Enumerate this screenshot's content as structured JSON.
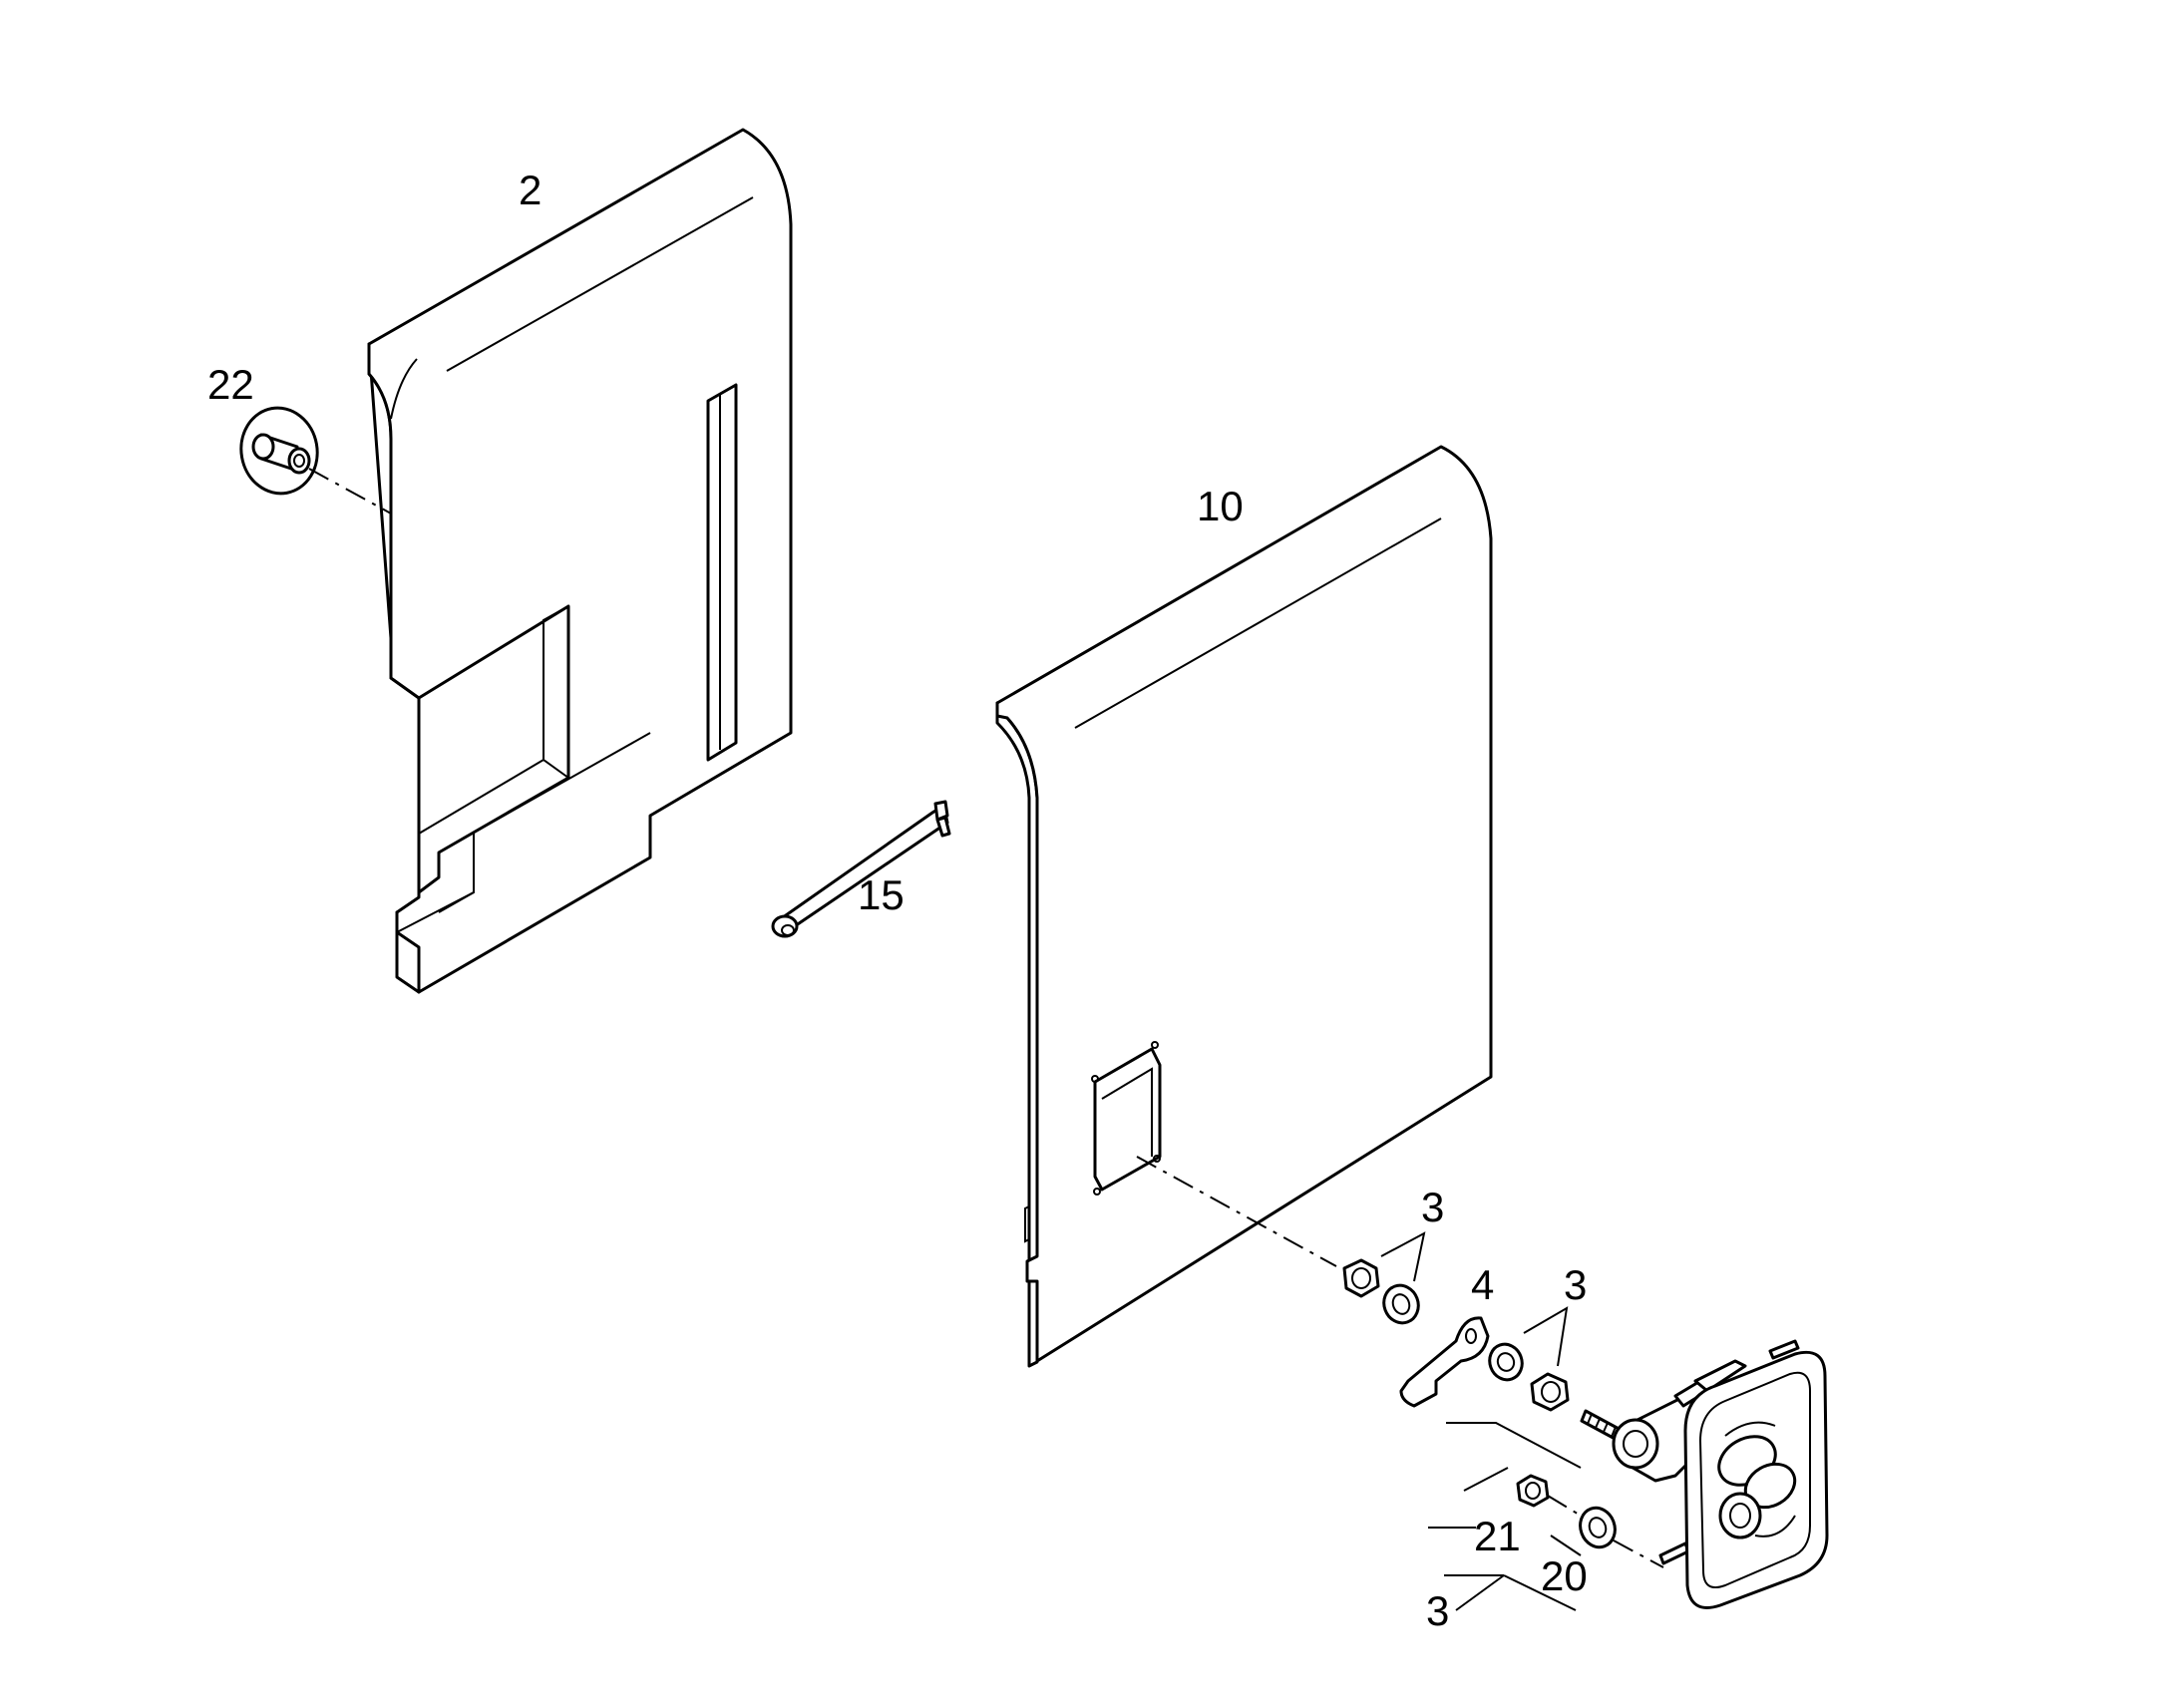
{
  "labels": {
    "part_2": "2",
    "part_22": "22",
    "part_10": "10",
    "part_15": "15",
    "part_3_top": "3",
    "part_4": "4",
    "part_3_mid": "3",
    "part_21": "21",
    "part_20": "20",
    "part_3_bottom": "3"
  }
}
